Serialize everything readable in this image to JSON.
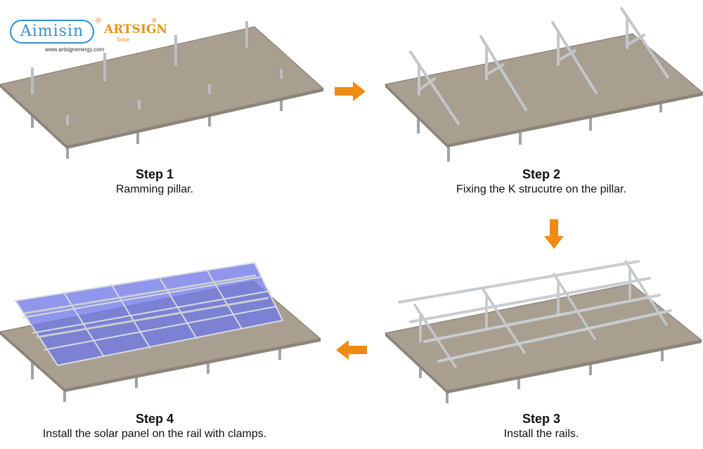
{
  "brand": {
    "logo_primary": "Aimisin",
    "logo_secondary": "ARTSIGN",
    "logo_secondary_sub": "Solar",
    "registered_mark": "®",
    "website": "www.artsignenergy.com"
  },
  "steps": [
    {
      "title": "Step 1",
      "description": "Ramming pillar."
    },
    {
      "title": "Step 2",
      "description": "Fixing the K strucutre on the pillar."
    },
    {
      "title": "Step 3",
      "description": "Install the rails."
    },
    {
      "title": "Step 4",
      "description": "Install the solar panel on the rail with clamps."
    }
  ],
  "colors": {
    "ground": "#a89f91",
    "ground_edge": "#7f786c",
    "steel": "#b9bec3",
    "panel_glass": "#6f78e6",
    "arrow": "#f08a12",
    "brand_blue": "#2f8fd6",
    "brand_orange": "#e3941e"
  },
  "arrows": [
    {
      "direction": "right",
      "name": "arrow-step1-to-step2"
    },
    {
      "direction": "down",
      "name": "arrow-step2-to-step3"
    },
    {
      "direction": "left",
      "name": "arrow-step3-to-step4"
    }
  ]
}
